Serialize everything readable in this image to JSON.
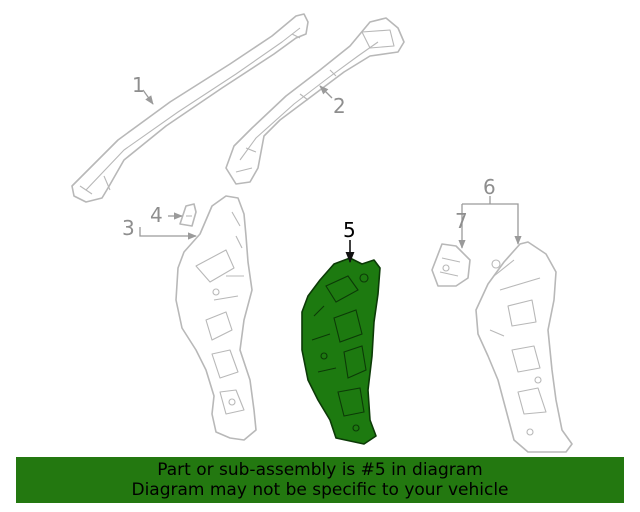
{
  "callouts": {
    "c1": "1",
    "c2": "2",
    "c3": "3",
    "c4": "4",
    "c5": "5",
    "c6": "6",
    "c7": "7"
  },
  "highlighted_part": "5",
  "highlight_color": "#1d7a10",
  "banner": {
    "line1": "Part or sub-assembly is #5 in diagram",
    "line2": "Diagram may not be specific to your vehicle",
    "background": "#237810"
  }
}
